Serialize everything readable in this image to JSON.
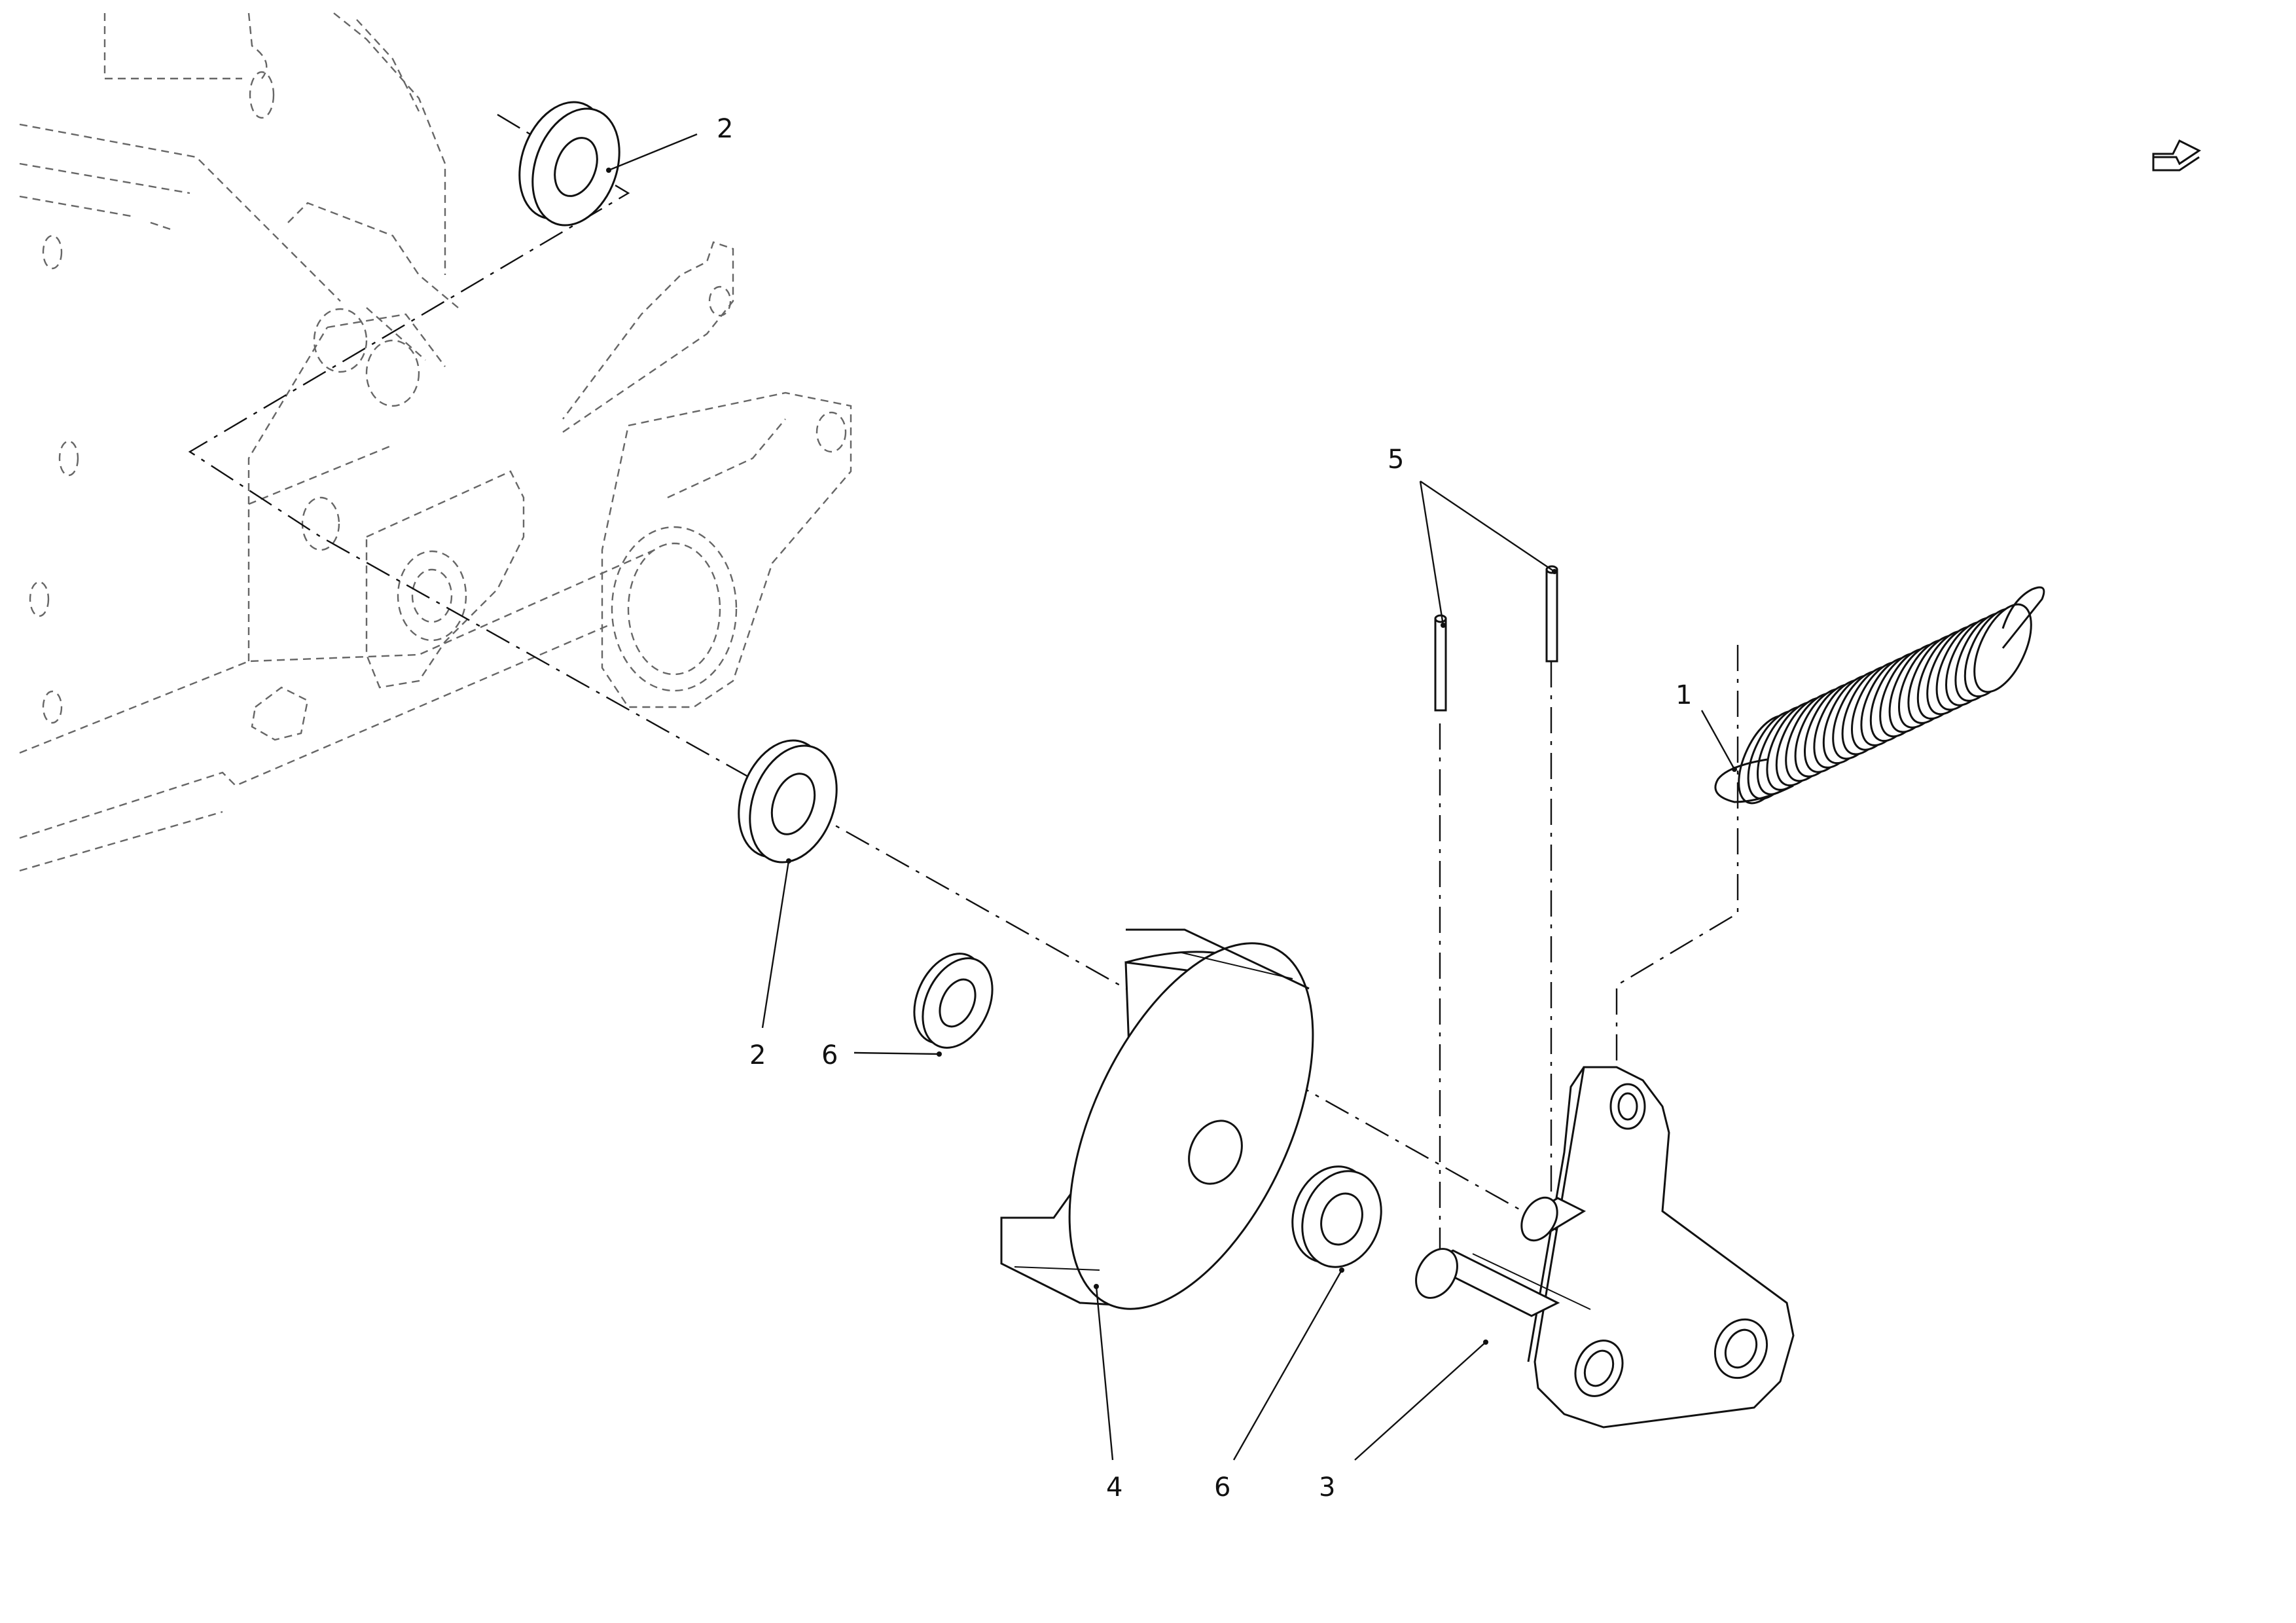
{
  "diagram": {
    "callouts": [
      {
        "id": "callout-2-top",
        "number": "2"
      },
      {
        "id": "callout-5",
        "number": "5"
      },
      {
        "id": "callout-1",
        "number": "1"
      },
      {
        "id": "callout-2-mid",
        "number": "2"
      },
      {
        "id": "callout-6-left",
        "number": "6"
      },
      {
        "id": "callout-4",
        "number": "4"
      },
      {
        "id": "callout-6-bottom",
        "number": "6"
      },
      {
        "id": "callout-3",
        "number": "3"
      }
    ],
    "icons": {
      "orientation": "direction-arrow-icon"
    },
    "colors": {
      "line": "#111111",
      "ghost_line": "#666666",
      "background": "#ffffff"
    }
  }
}
